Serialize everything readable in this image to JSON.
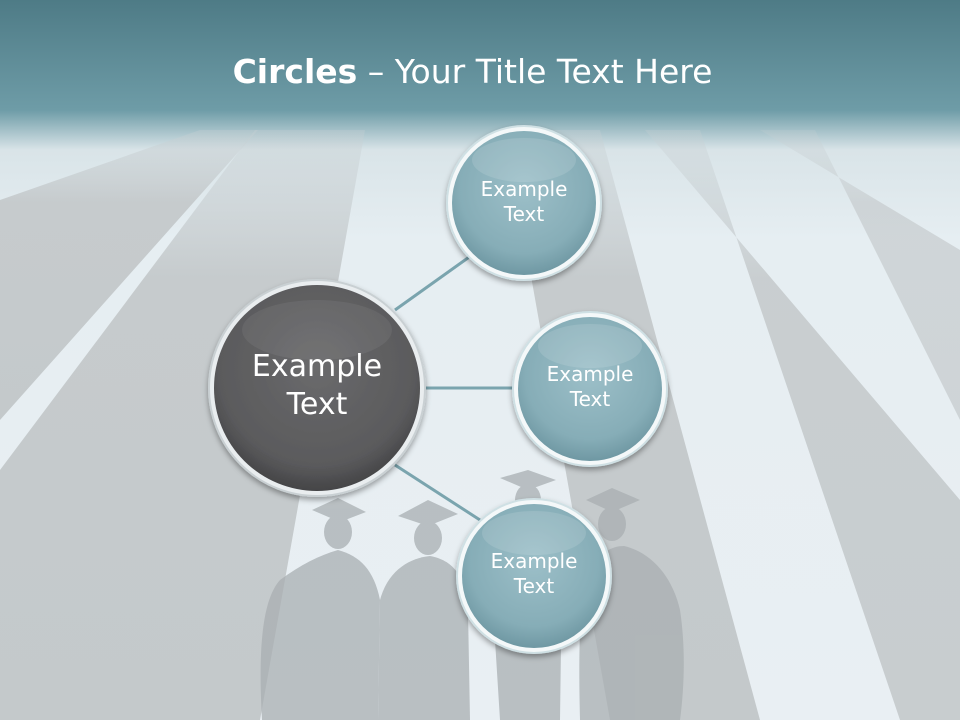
{
  "title": {
    "bold": "Circles",
    "rest": " – Your Title Text Here"
  },
  "center_circle": {
    "line1": "Example",
    "line2": "Text",
    "color": "#5e5e60"
  },
  "satellites": [
    {
      "line1": "Example",
      "line2": "Text"
    },
    {
      "line1": "Example",
      "line2": "Text"
    },
    {
      "line1": "Example",
      "line2": "Text"
    }
  ],
  "colors": {
    "header": "#5d8d98",
    "satellite_fill": "#8fb3bd",
    "connector": "#7aa4ae",
    "stripe": "#c6cbcd"
  }
}
